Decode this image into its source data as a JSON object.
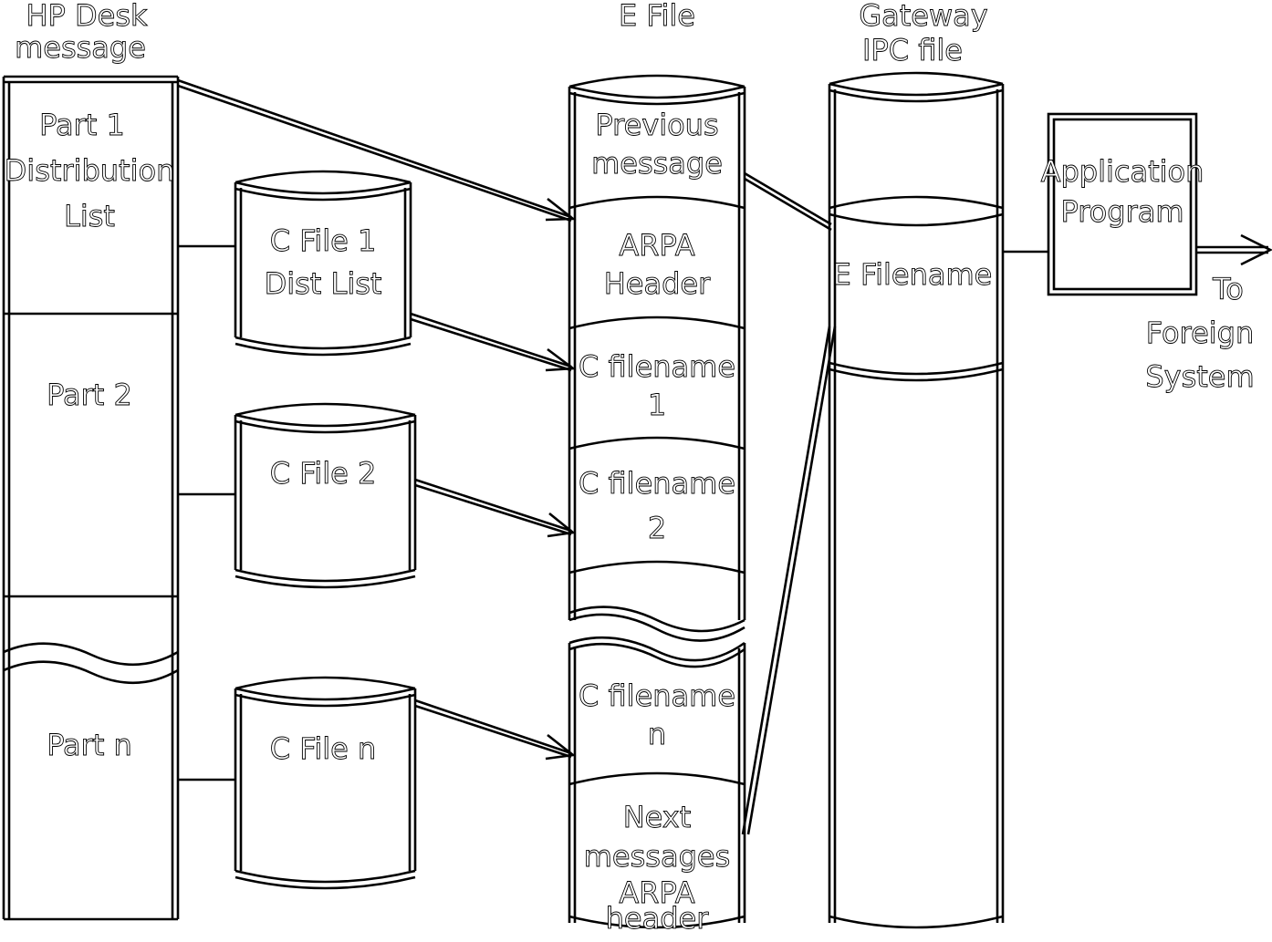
{
  "hp_desk": {
    "title": [
      "HP Desk",
      "message"
    ],
    "part1": [
      "Part 1",
      "Distribution",
      "List"
    ],
    "part2": "Part 2",
    "partn": "Part n"
  },
  "c_files": {
    "c1": [
      "C File 1",
      "Dist List"
    ],
    "c2": "C File 2",
    "cn": "C File n"
  },
  "e_file": {
    "title": "E File",
    "previous": [
      "Previous",
      "message"
    ],
    "arpa": [
      "ARPA",
      "Header"
    ],
    "cfn1": [
      "C filename",
      "1"
    ],
    "cfn2": [
      "C filename",
      "2"
    ],
    "cfnn": [
      "C filename",
      "n"
    ],
    "next": [
      "Next",
      "messages",
      "ARPA",
      "header"
    ]
  },
  "gateway": {
    "title": [
      "Gateway",
      "IPC file"
    ],
    "filename": "E Filename"
  },
  "application": [
    "Application",
    "Program"
  ],
  "destination": [
    "To",
    "Foreign",
    "System"
  ]
}
